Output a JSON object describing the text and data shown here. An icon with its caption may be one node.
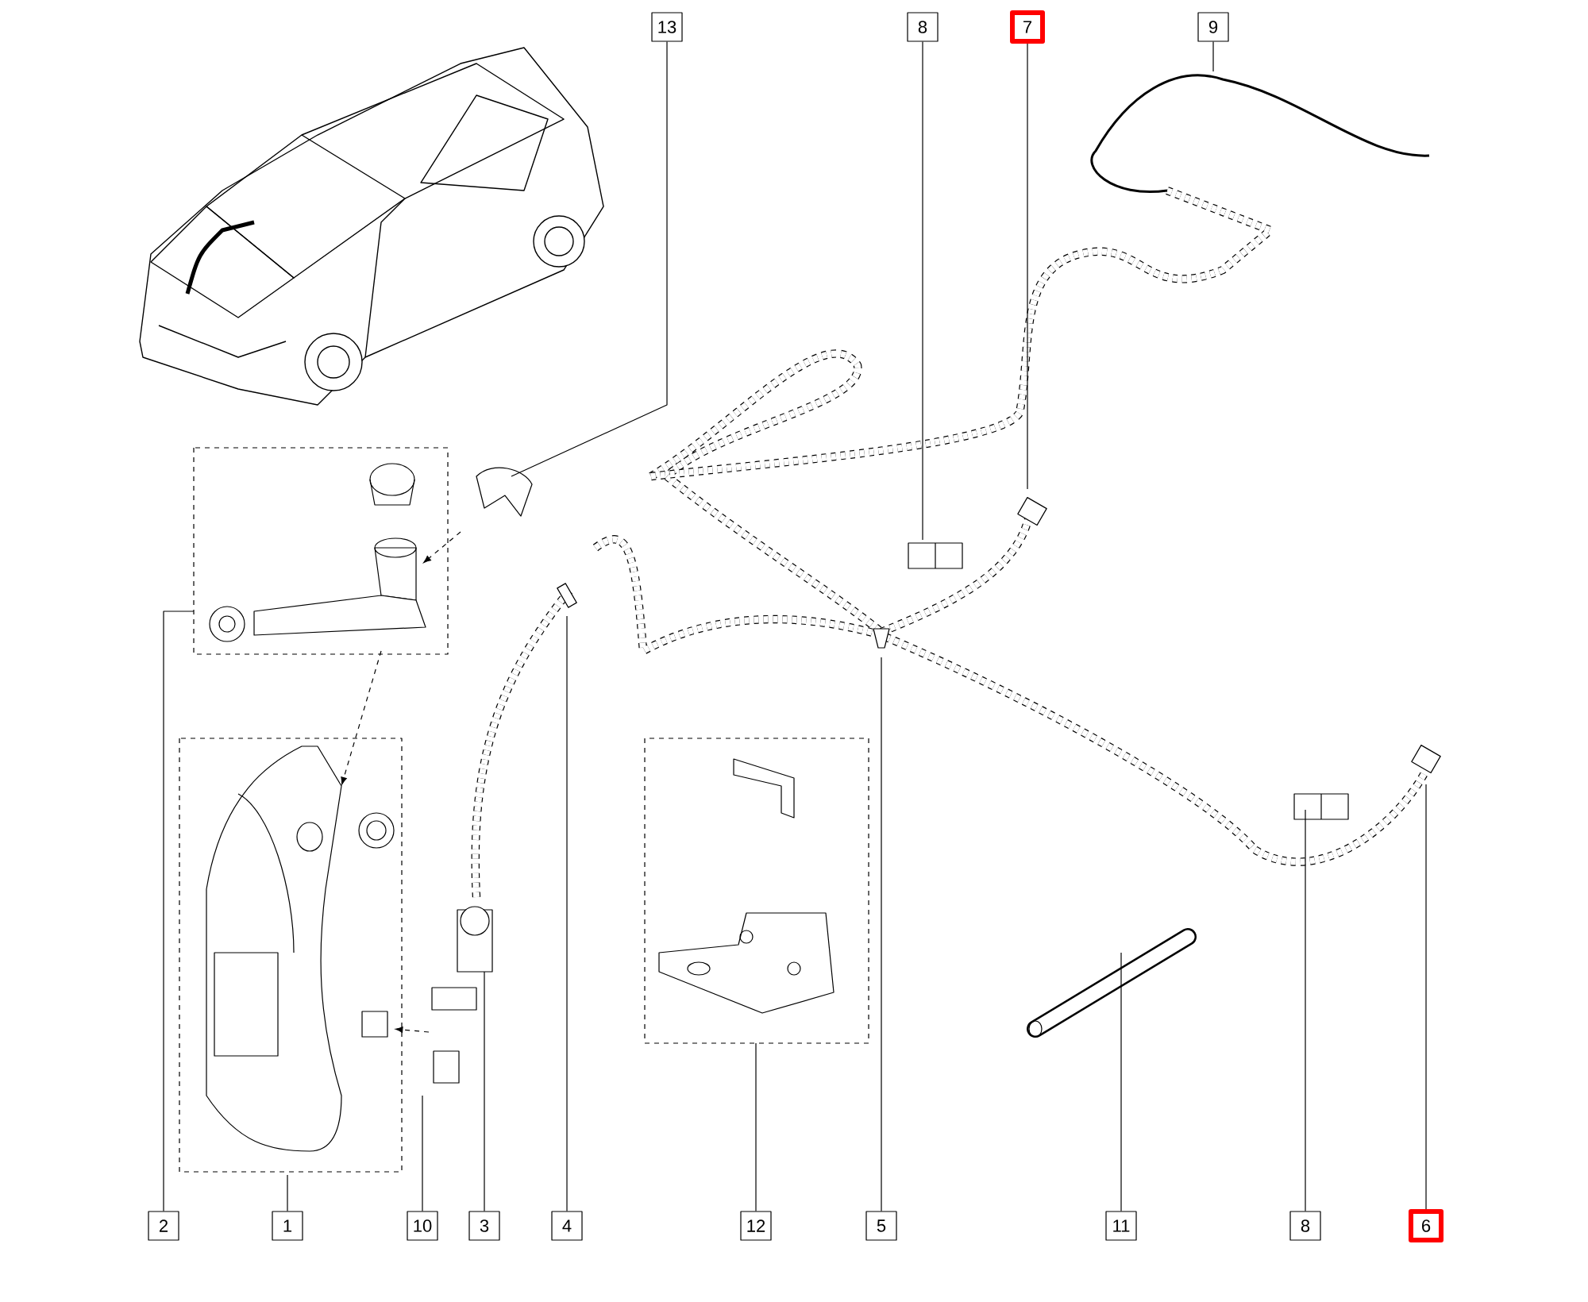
{
  "diagram": {
    "nodes": [
      {
        "text": [
          "13"
        ]
      },
      {
        "text": [
          "8"
        ]
      },
      {
        "text": [
          "7"
        ]
      },
      {
        "text": [
          "9"
        ]
      },
      {
        "text": [
          "2"
        ]
      },
      {
        "text": [
          "1"
        ]
      },
      {
        "text": [
          "10"
        ]
      },
      {
        "text": [
          "3"
        ]
      },
      {
        "text": [
          "4"
        ]
      },
      {
        "text": [
          "12"
        ]
      },
      {
        "text": [
          "5"
        ]
      },
      {
        "text": [
          "11"
        ]
      },
      {
        "text": [
          "8"
        ]
      },
      {
        "text": [
          "6"
        ]
      }
    ],
    "edges": [
      {
        "from": 0,
        "to": null,
        "arrow": "none"
      },
      {
        "from": 1,
        "to": null,
        "arrow": "none"
      },
      {
        "from": 2,
        "to": null,
        "arrow": "none"
      },
      {
        "from": 3,
        "to": null,
        "arrow": "none"
      },
      {
        "from": 4,
        "to": null,
        "arrow": "none"
      },
      {
        "from": 5,
        "to": null,
        "arrow": "none"
      },
      {
        "from": 6,
        "to": null,
        "arrow": "none"
      },
      {
        "from": 7,
        "to": null,
        "arrow": "none"
      },
      {
        "from": 8,
        "to": null,
        "arrow": "none"
      },
      {
        "from": 9,
        "to": null,
        "arrow": "none"
      },
      {
        "from": 10,
        "to": null,
        "arrow": "none"
      },
      {
        "from": 11,
        "to": null,
        "arrow": "none"
      },
      {
        "from": 12,
        "to": null,
        "arrow": "none"
      },
      {
        "from": 13,
        "to": null,
        "arrow": "none"
      }
    ]
  }
}
